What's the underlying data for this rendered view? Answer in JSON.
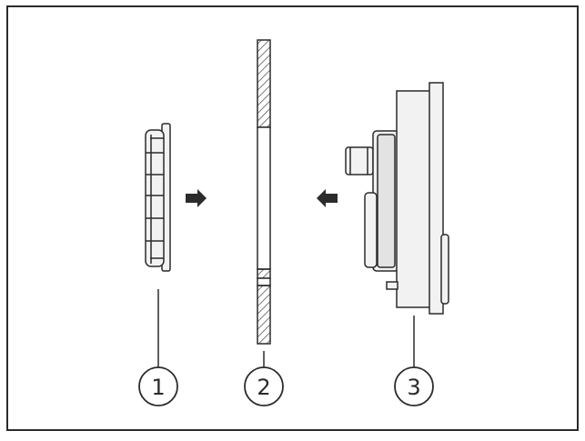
{
  "callouts": [
    {
      "id": "part-1",
      "label": "1"
    },
    {
      "id": "part-2",
      "label": "2"
    },
    {
      "id": "part-3",
      "label": "3"
    }
  ],
  "colors": {
    "stroke": "#2b2b2b",
    "fill_light": "#f2f2f2",
    "fill_mid": "#e3e3e3",
    "background": "#ffffff"
  },
  "icons": [
    "arrow-right-icon",
    "arrow-left-icon"
  ]
}
